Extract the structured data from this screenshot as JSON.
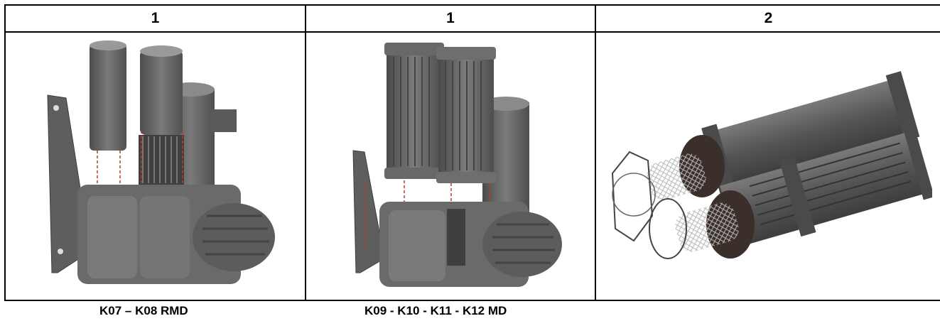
{
  "table": {
    "headers": [
      "1",
      "1",
      "2"
    ]
  },
  "illustrations": {
    "left": "K07-K08 RMD blower with filter cartridges (exploded)",
    "middle": "K09-K12 MD blower with filter cartridges (exploded)",
    "right": "Filter assembly with gaskets and mesh sleeves"
  },
  "captions": {
    "left": "K07 – K08 RMD",
    "middle": "K09 - K10 - K11 - K12 MD"
  },
  "colors": {
    "metal": "#6b6b6b",
    "metal_dark": "#474747",
    "metal_light": "#8c8c8c",
    "foam": "#3a2f2a",
    "dash": "#c0392b"
  }
}
